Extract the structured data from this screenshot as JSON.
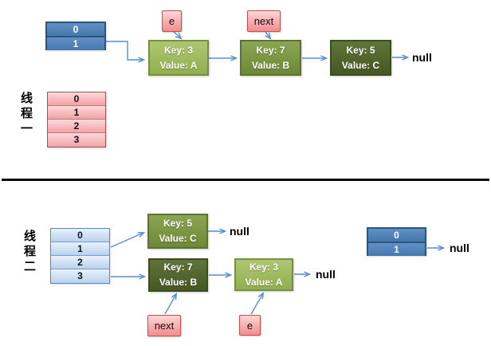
{
  "colors": {
    "connector_blue": "#558ED5",
    "bucket_blue": "#4A7CB8",
    "table_pink": "#F4A1A5",
    "table_light_blue": "#B9D1EE",
    "node_light_green": "#9BBB59",
    "node_medium_green": "#77933C",
    "node_dark_green": "#4F6228",
    "pointer_pink": "#F28B8E",
    "divider_black": "#0A0A0A"
  },
  "top_section": {
    "thread_label": "线程一",
    "bucket_pair": [
      "0",
      "1"
    ],
    "pointer_e": "e",
    "pointer_next": "next",
    "node1": {
      "key": "Key: 3",
      "value": "Value: A"
    },
    "node2": {
      "key": "Key: 7",
      "value": "Value: B"
    },
    "node3": {
      "key": "Key: 5",
      "value": "Value: C"
    },
    "null_label": "null",
    "hash_table": [
      "0",
      "1",
      "2",
      "3"
    ]
  },
  "bottom_section": {
    "thread_label": "线程二",
    "hash_table": [
      "0",
      "1",
      "2",
      "3"
    ],
    "node_c": {
      "key": "Key: 5",
      "value": "Value: C"
    },
    "node_b": {
      "key": "Key: 7",
      "value": "Value: B"
    },
    "node_a": {
      "key": "Key: 3",
      "value": "Value: A"
    },
    "pointer_next": "next",
    "pointer_e": "e",
    "null_after_c": "null",
    "null_after_a": "null",
    "bucket_pair": [
      "0",
      "1"
    ],
    "null_after_bucket": "null"
  }
}
